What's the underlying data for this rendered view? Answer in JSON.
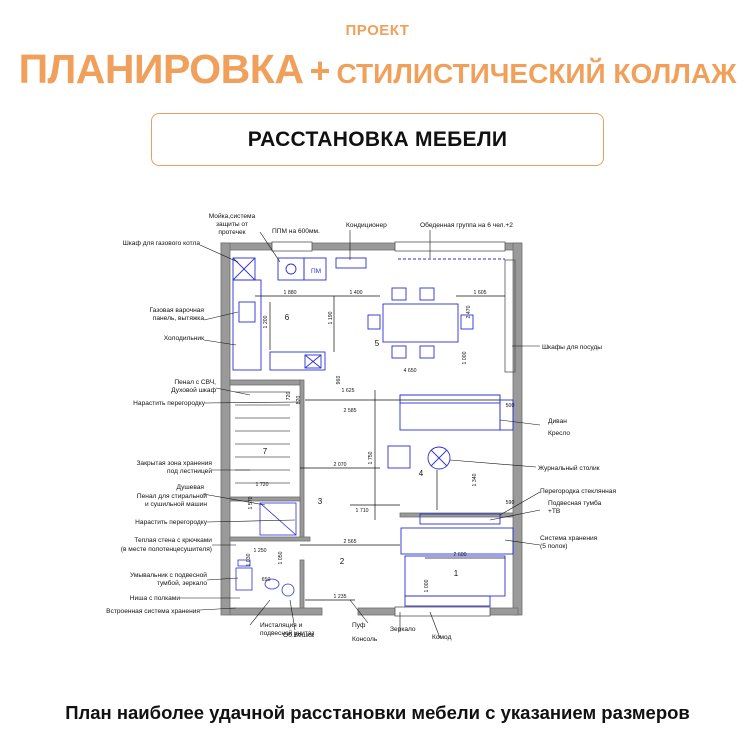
{
  "header": {
    "project": "ПРОЕКТ",
    "title_big": "ПЛАНИРОВКА",
    "title_plus": "+",
    "title_small": "СТИЛИСТИЧЕСКИЙ КОЛЛАЖ"
  },
  "section": {
    "label": "РАССТАНОВКА МЕБЕЛИ"
  },
  "plan": {
    "left_labels": [
      "Шкаф для газового котла",
      "Газовая варочная",
      "панель, вытяжка",
      "Холодильник",
      "Пенал с СВЧ,",
      "Духовой шкаф",
      "Нарастить перегородку",
      "Закрытая зона хранения",
      "под лестницей",
      "Душевая",
      "Пенал для стиральной",
      "и сушильной машин",
      "Нарастить перегородку",
      "Теплая стена с крючками",
      "(в месте полотенцесушителя)",
      "Умывальник с подвесной",
      "тумбой, зеркало",
      "Ниша с полками",
      "Встроенная система хранения"
    ],
    "top_labels": [
      "Мойка,система",
      "защиты от",
      "протечек",
      "ППМ на 600мм.",
      "Кондиционер",
      "Обеденная группа на 6 чел.+2"
    ],
    "right_labels": [
      "Шкафы для посуды",
      "Диван",
      "Кресло",
      "Журнальный столик",
      "Перегородка стеклянная",
      "Подвесная тумба",
      "+ТВ",
      "Система хранения",
      "(5 полок)"
    ],
    "bottom_labels": [
      "Инсталяция и",
      "подвесной унитаз",
      "Об.Вешка",
      "Пуф",
      "Консоль",
      "Зеркало",
      "Комод"
    ],
    "room_numbers": [
      "6",
      "5",
      "7",
      "4",
      "3",
      "2",
      "1"
    ],
    "dimensions": [
      "1 880",
      "1 400",
      "1 605",
      "1 200",
      "1 190",
      "960",
      "2 470",
      "1 000",
      "4 650",
      "2 585",
      "1 625",
      "1 750",
      "2 070",
      "1 720",
      "1 030",
      "1 250",
      "1 050",
      "2 565",
      "1 710",
      "2 600",
      "590",
      "1 340",
      "1 235",
      "650",
      "1 000",
      "1 570",
      "720",
      "500",
      "820"
    ],
    "misc": [
      "ПМ"
    ]
  },
  "caption": "План наиболее удачной расстановки мебели с указанием размеров",
  "colors": {
    "accent": "#f0a05a",
    "wall": "#7d7d7d",
    "furniture": "#2b2fd6",
    "text": "#111111"
  }
}
